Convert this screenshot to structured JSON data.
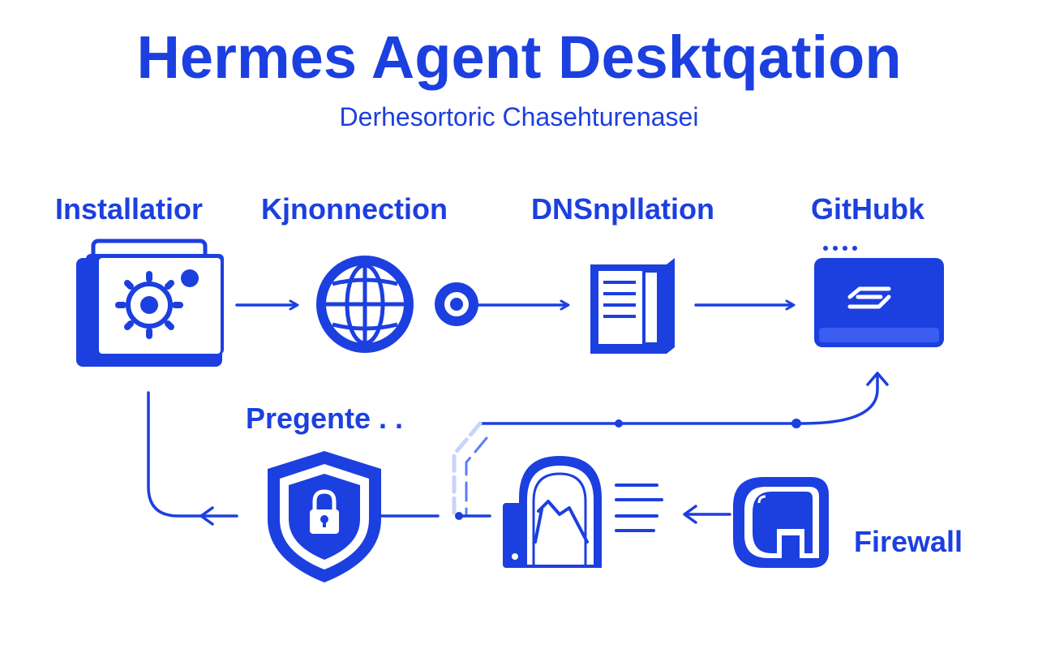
{
  "header": {
    "title": "Hermes Agent Desktqation",
    "subtitle": "Derhesortoric Chasehturenasei"
  },
  "nodes": {
    "installation": "Installatior",
    "connection": "Kjnonnection",
    "dns": "DNSnpllation",
    "github": "GitHubk",
    "pregente": "Pregente . .",
    "firewall": "Firewall"
  },
  "colors": {
    "primary": "#1c3fe0",
    "light": "#5a7cf5",
    "pale": "#c9d3fb"
  }
}
